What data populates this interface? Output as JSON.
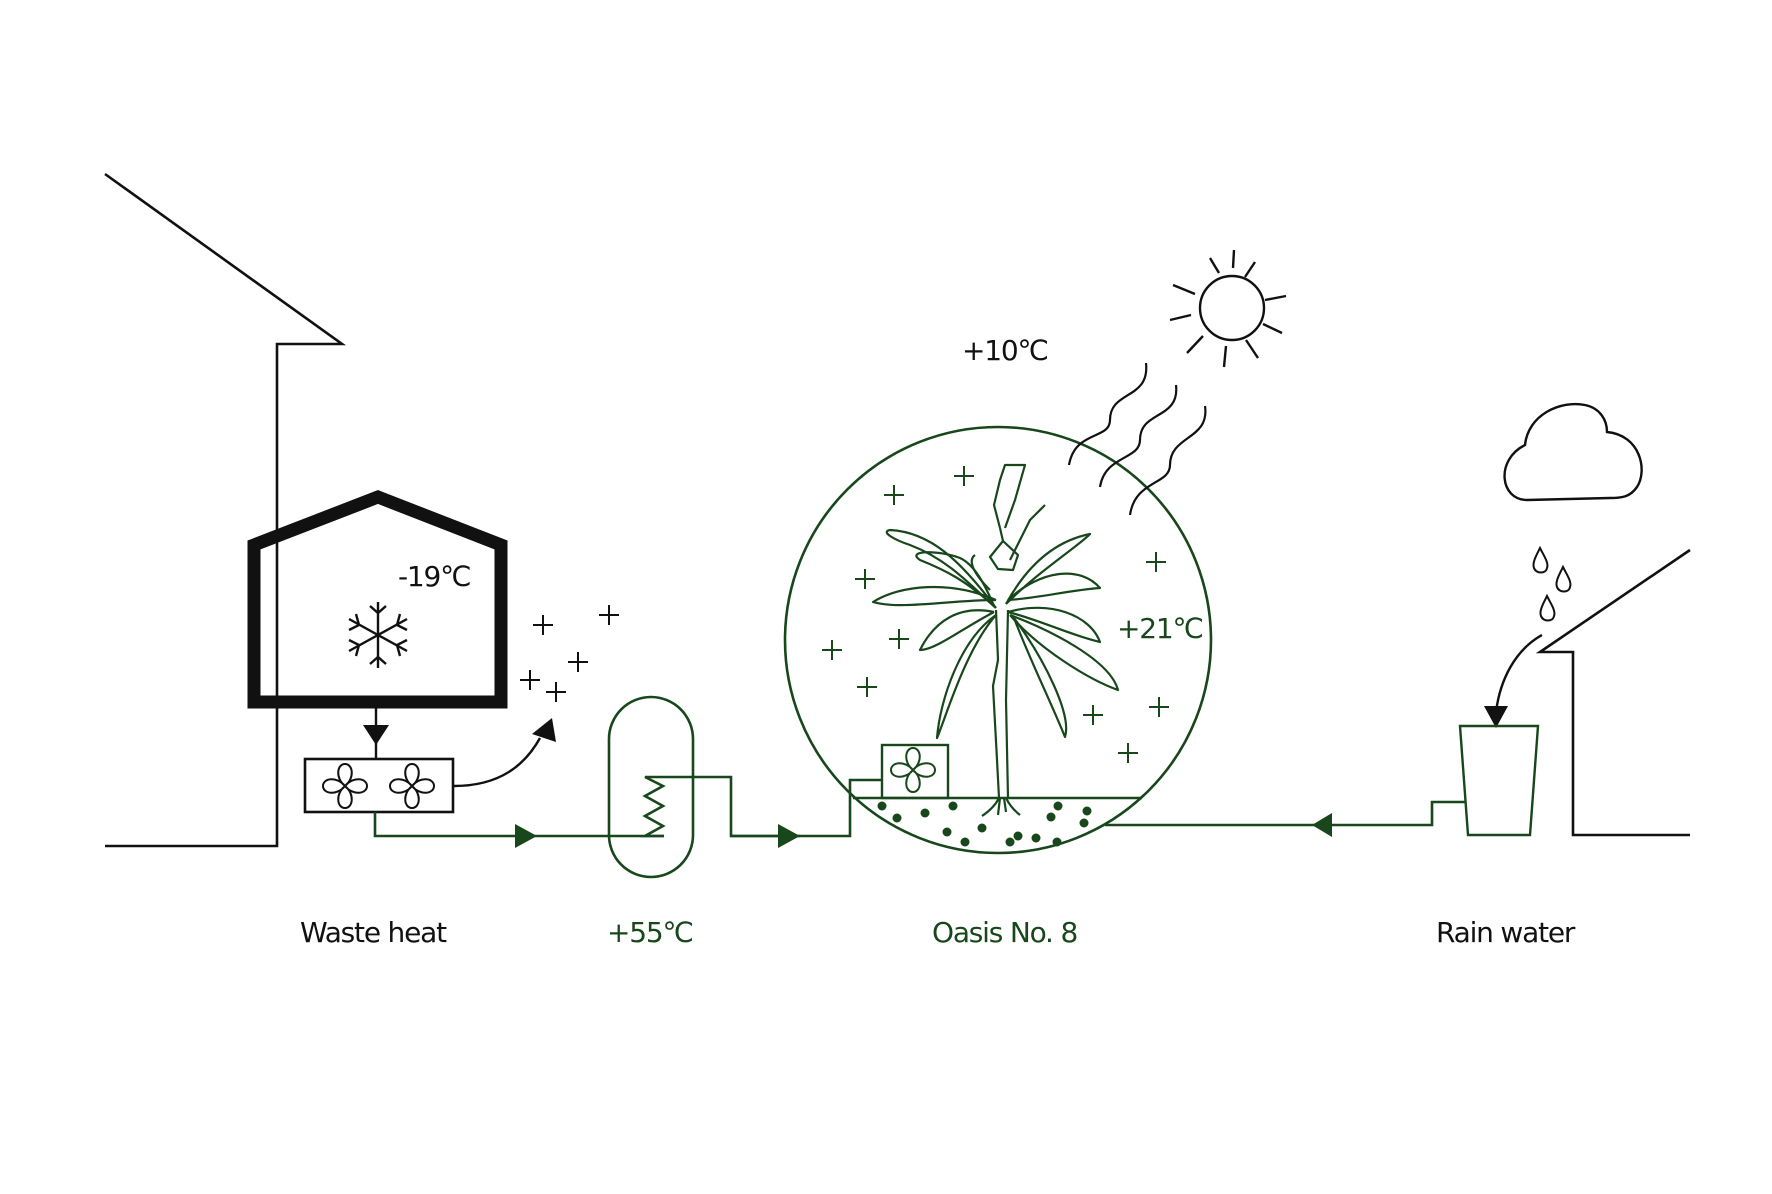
{
  "colors": {
    "ink": "#111111",
    "green": "#17471b",
    "background": "#ffffff"
  },
  "freezer": {
    "temperature": "-19℃",
    "icon": "snowflake-icon"
  },
  "outdoor": {
    "temperature": "+10℃",
    "icon": "sun-icon"
  },
  "tank": {
    "temperature": "+55℃"
  },
  "oasis": {
    "temperature": "+21℃",
    "name": "Oasis No. 8",
    "icon": "palm-tree-icon"
  },
  "rain": {
    "icon": "cloud-rain-icon"
  },
  "labels": {
    "waste_heat": "Waste heat",
    "tank": "+55℃",
    "oasis": "Oasis No. 8",
    "rain_water": "Rain water"
  }
}
